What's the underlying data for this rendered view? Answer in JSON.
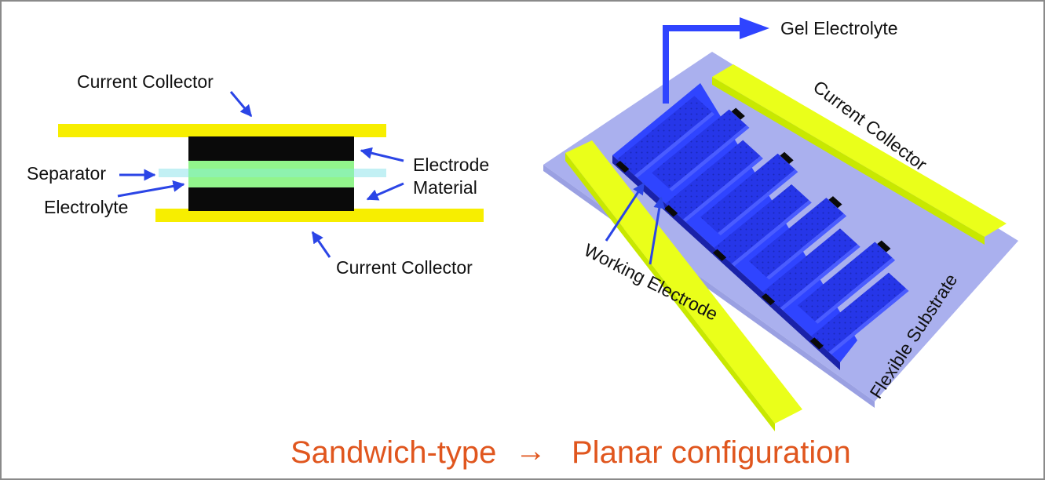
{
  "sandwich": {
    "labels": {
      "current_collector_top": "Current Collector",
      "separator": "Separator",
      "electrolyte": "Electrolyte",
      "electrode_material_line1": "Electrode",
      "electrode_material_line2": "Material",
      "current_collector_bottom": "Current Collector"
    }
  },
  "planar": {
    "labels": {
      "gel_electrolyte": "Gel Electrolyte",
      "current_collector": "Current Collector",
      "working_electrode": "Working Electrode",
      "flexible_substrate": "Flexible Substrate"
    }
  },
  "caption": {
    "left": "Sandwich-type",
    "arrow": "→",
    "right": "Planar configuration"
  },
  "colors": {
    "collector_yellow": "#f7ee00",
    "planar_collector_yellow": "#eaff1a",
    "electrode_black": "#0a0a0a",
    "electrolyte_green": "#92f48c",
    "separator_cyan": "#c2f0f4",
    "arrow_blue": "#2b45e6",
    "substrate_lavender": "#aab0ee",
    "gel_blue": "#2a3cf0",
    "caption_orange": "#e0561e"
  }
}
